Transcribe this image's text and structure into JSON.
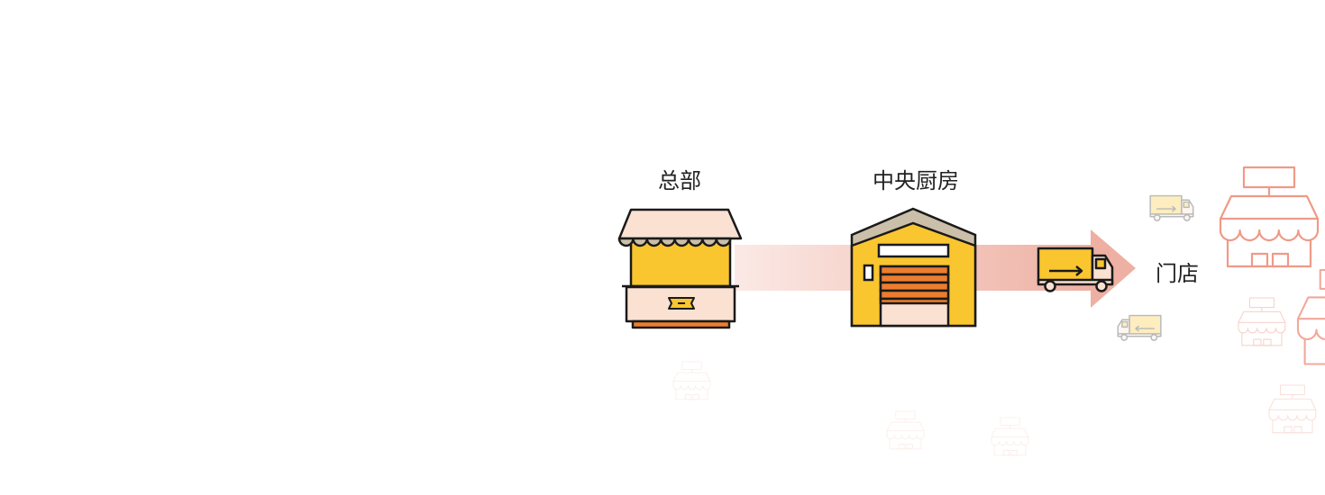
{
  "labels": {
    "headquarters": "总部",
    "central_kitchen": "中央厨房",
    "stores": "门店"
  },
  "colors": {
    "yellow": "#f9c62f",
    "orange": "#ec7d2f",
    "peach": "#fbe1d1",
    "roof_gray": "#cbbfa9",
    "arrow": "#eeb0a3",
    "store_outline": "#ef9a88",
    "outline": "#1a1a1a"
  }
}
